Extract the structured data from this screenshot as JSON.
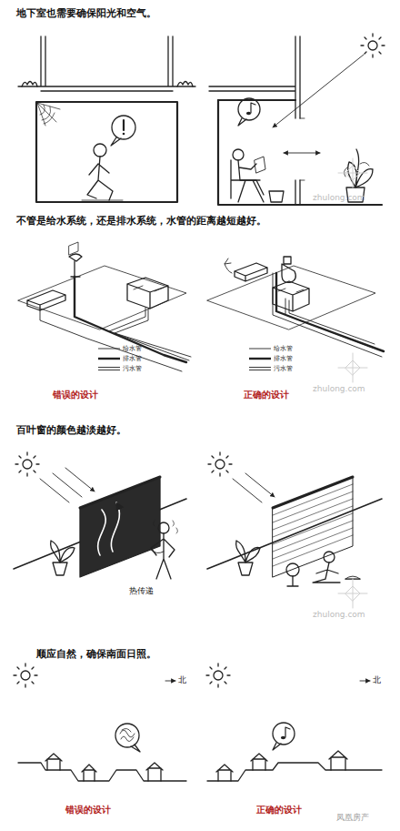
{
  "diagram": {
    "labels": [
      "地下室也需要确保阳光和空气。",
      "zhulong.com",
      "不管是给水系统，还是排水系统，水管的距离越短越好。",
      "错误的设计",
      "正确的设计",
      "zhulong.com",
      "百叶窗的颜色越淡越好。",
      "热传递",
      "zhulong.com",
      "顺应自然，确保南面日照。",
      "北",
      "北",
      "错误的设计",
      "正确的设计",
      "凤凰房产"
    ],
    "legend": [
      {
        "text": "给水管"
      },
      {
        "text": "排水管"
      },
      {
        "text": "污水管"
      },
      {
        "text": "给水管"
      },
      {
        "text": "排水管"
      },
      {
        "text": "污水管"
      }
    ]
  }
}
